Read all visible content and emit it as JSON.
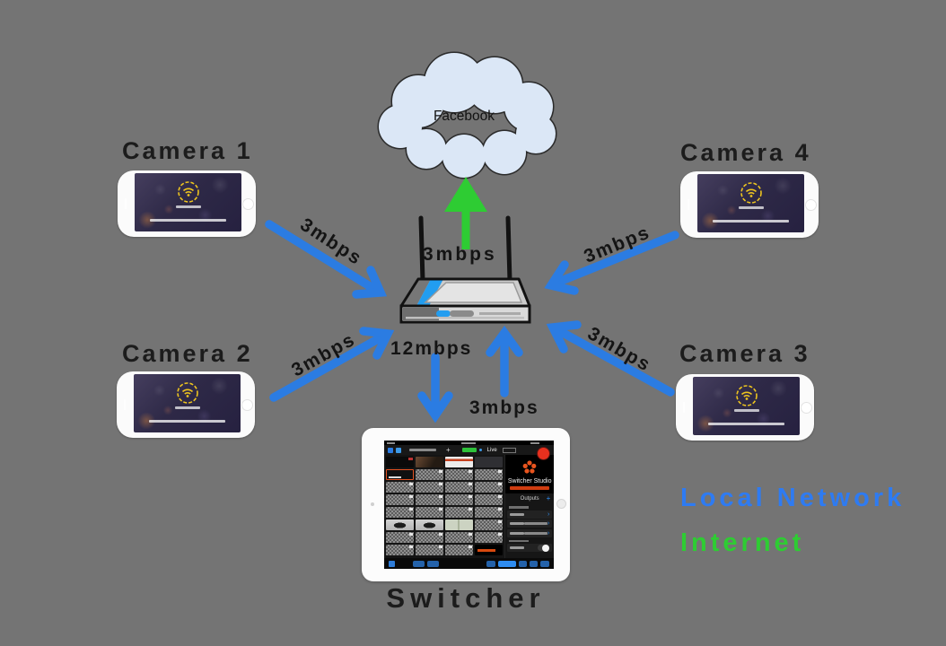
{
  "diagram": {
    "cloud": {
      "label": "Facebook"
    },
    "devices": {
      "camera1": {
        "label": "Camera 1"
      },
      "camera2": {
        "label": "Camera 2"
      },
      "camera3": {
        "label": "Camera 3"
      },
      "camera4": {
        "label": "Camera 4"
      },
      "switcher": {
        "label": "Switcher"
      }
    },
    "links": {
      "camera1_to_router": {
        "label": "3mbps",
        "network": "local"
      },
      "camera2_to_router": {
        "label": "3mbps",
        "network": "local"
      },
      "camera3_to_router": {
        "label": "3mbps",
        "network": "local"
      },
      "camera4_to_router": {
        "label": "3mbps",
        "network": "local"
      },
      "router_to_switcher": {
        "label": "12mbps",
        "network": "local"
      },
      "switcher_to_router": {
        "label": "3mbps",
        "network": "local"
      },
      "router_to_facebook": {
        "label": "3mbps",
        "network": "internet"
      }
    },
    "legend": {
      "local_network": {
        "label": "Local Network",
        "color": "#2e7bf2"
      },
      "internet": {
        "label": "Internet",
        "color": "#2ecc33"
      }
    },
    "colors": {
      "background": "#747474",
      "local_arrow": "#2b7ce2",
      "internet_arrow": "#2ecc33",
      "cloud_fill": "#dbe7f6"
    },
    "icons": {
      "router": "wifi-router-illustration",
      "phone_screen_logo": "yellow-wifi-circle-icon",
      "cloud": "internet-cloud"
    }
  },
  "switcher_app": {
    "brand": "Switcher Studio",
    "status": "Live",
    "outputs_label": "Outputs"
  }
}
